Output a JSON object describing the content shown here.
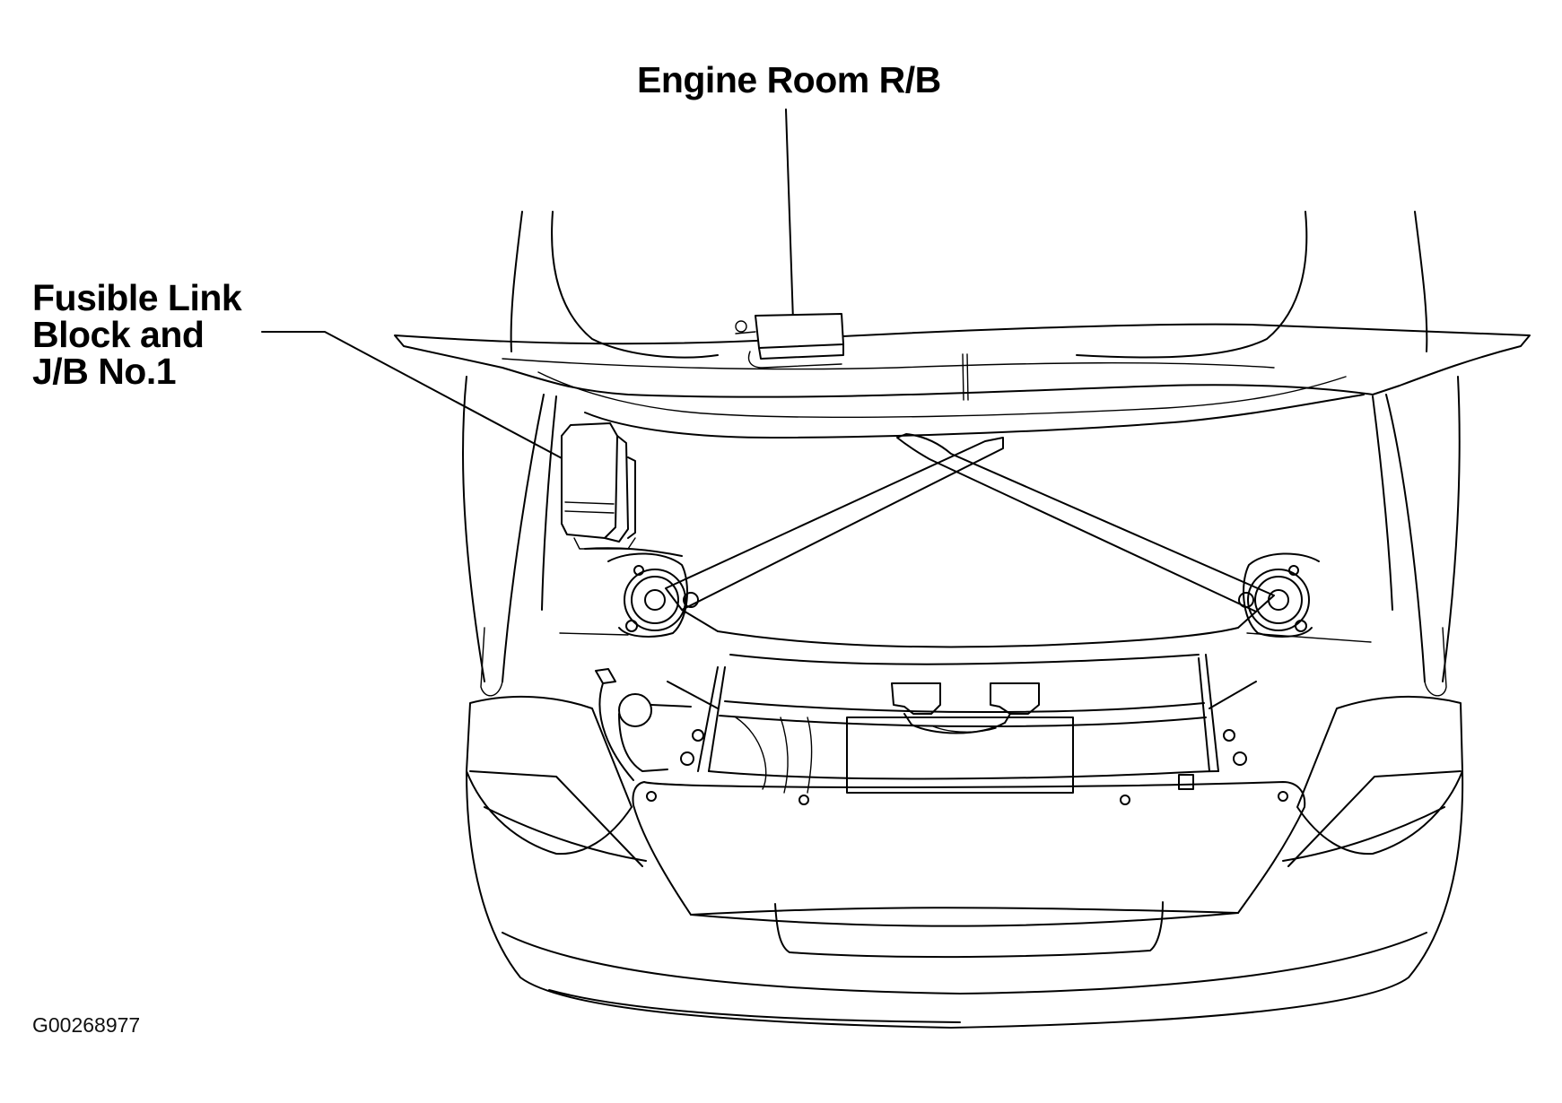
{
  "callouts": {
    "engine_room": "Engine Room R/B",
    "fusible_link": [
      "Fusible Link",
      "Block and",
      "J/B No.1"
    ]
  },
  "figure_id": "G00268977"
}
